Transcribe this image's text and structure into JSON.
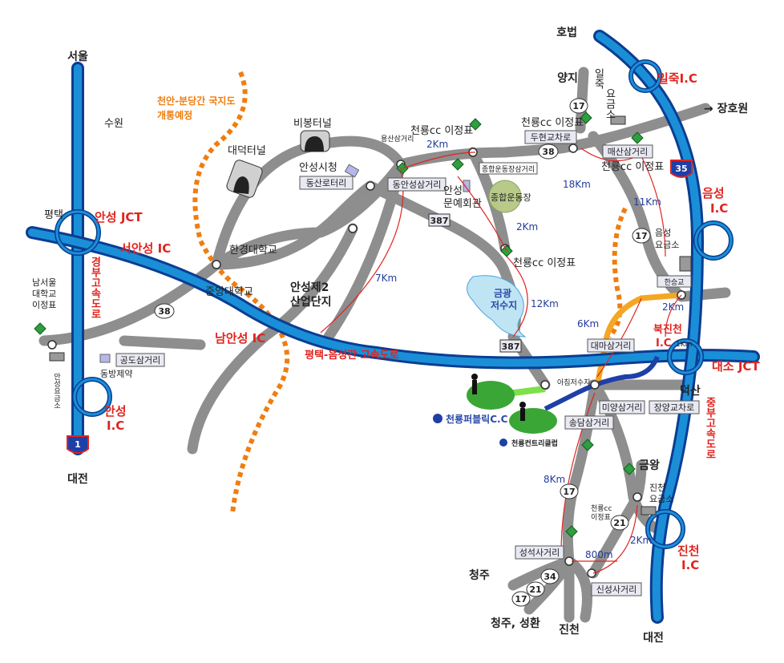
{
  "cities": {
    "seoul": "서울",
    "suwon": "수원",
    "pyeongtaek": "평택",
    "daejeon_left": "대전",
    "daejeon_right": "대전",
    "hobeop": "호법",
    "janghowon": "→ 장호원",
    "yangji": "양지",
    "cheongju": "청주",
    "cheongju_seonghwan": "청주, 성환",
    "jincheon": "진천",
    "deoksan": "덕산",
    "geumwang": "금왕"
  },
  "interchanges": {
    "anseong_jct": "안성 JCT",
    "seoanseong_ic": "서안성 IC",
    "namanseong_ic": "남안성 IC",
    "anseong_ic_1": "안성",
    "anseong_ic_2": "I.C",
    "iljuk_ic": "일죽I.C",
    "eumseong_ic_1": "음성",
    "eumseong_ic_2": "I.C",
    "bukjincheon_ic_1": "북진천",
    "bukjincheon_ic_2": "I.C",
    "daeso_jct": "대소 JCT",
    "jincheon_ic_1": "진천",
    "jincheon_ic_2": "I.C"
  },
  "expressways": {
    "gyeongbu": "경부고속도로",
    "jungbu": "중부고속도로",
    "pyeongtaek_eumseong": "평택-음성간 고속도로"
  },
  "planned_road": {
    "line1": "천안-분당간 국지도",
    "line2": "개통예정"
  },
  "places": {
    "bibong_tunnel": "비봉터널",
    "daedeok_tunnel": "대덕터널",
    "anseong_cityhall": "안성시청",
    "hankyong_univ": "한경대학교",
    "chungang_univ": "중앙대학교",
    "industrial_1": "안성제2",
    "industrial_2": "산업단지",
    "culture_hall_1": "안성",
    "culture_hall_2": "문예회관",
    "sports_ground": "종합운동장",
    "reservoir_1": "금광",
    "reservoir_2": "저수지",
    "dongbang": "동방제약",
    "namseoul_1": "남서울",
    "namseoul_2": "대학교",
    "namseoul_3": "이정표",
    "anseong_tollgate": "안성요금소",
    "iljuk_tollgate_1": "일죽",
    "iljuk_tollgate_2": "요금소",
    "eumseong_tollgate_1": "음성",
    "eumseong_tollgate_2": "요금소",
    "jincheon_tollgate_1": "진천",
    "jincheon_tollgate_2": "요금소",
    "yongdeok_3way": "용산삼거리",
    "ajik_reservoir": "아침저수지"
  },
  "intersections": {
    "dongan_rotary": "동산로터리",
    "dongan_3way": "동안성삼거리",
    "sports_3way": "종합운동장삼거리",
    "duhyeon": "두현교차로",
    "maesan": "매산삼거리",
    "gongdo": "공도삼거리",
    "daema": "대마삼거리",
    "miyang": "미양삼거리",
    "jangyang": "장양교차로",
    "songdam": "송담삼거리",
    "seongseok": "성석사거리",
    "sinseong": "신성사거리",
    "hanseung": "한승교"
  },
  "signs": {
    "chr_sign_1": "천룡cc 이정표",
    "chr_sign_2": "천룡cc 이정표",
    "chr_sign_3": "천룡cc 이정표",
    "chr_sign_4": "천룡cc 이정표",
    "chr_sign_5_1": "천룡cc",
    "chr_sign_5_2": "이정표"
  },
  "golf": {
    "public": "천룡퍼블릭C.C",
    "country": "천룡컨트리클럽"
  },
  "distances": {
    "d_2km_a": "2Km",
    "d_18km": "18Km",
    "d_11km": "11Km",
    "d_2km_b": "2Km",
    "d_7km": "7Km",
    "d_12km": "12Km",
    "d_2km_c": "2Km",
    "d_6km": "6Km",
    "d_1km": "1Km",
    "d_8km": "8Km",
    "d_800m": "800m",
    "d_2km_d": "2Km"
  },
  "routes": {
    "r38_a": "38",
    "r38_b": "38",
    "r17_a": "17",
    "r17_b": "17",
    "r17_c": "17",
    "r17_d": "17",
    "r387_a": "387",
    "r387_b": "387",
    "r21_a": "21",
    "r21_b": "21",
    "r34": "34",
    "e1": "1",
    "e35": "35"
  },
  "colors": {
    "expressway_fill": "#1a8fd8",
    "expressway_edge": "#0b3d91",
    "road": "#8e8e8e",
    "route_orange": "#f5a623",
    "planned_orange": "#f07d10",
    "access_blue": "#1f3fa8",
    "access_green": "#7ee04a",
    "label_red": "#e0241f",
    "distance_line": "#e0241f"
  }
}
